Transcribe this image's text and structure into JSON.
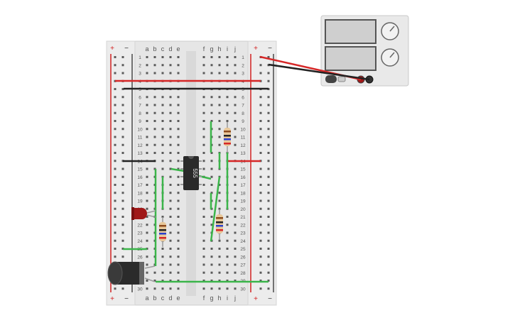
{
  "breadboard": {
    "col_letters_left": [
      "a",
      "b",
      "c",
      "d",
      "e"
    ],
    "col_letters_right": [
      "f",
      "g",
      "h",
      "i",
      "j"
    ],
    "row_count": 30,
    "rail_plus": "+",
    "rail_minus": "−"
  },
  "chip": {
    "label": "555"
  },
  "power_supply": {
    "label": ""
  },
  "colors": {
    "board": "#e8e8e8",
    "rail_red": "#d22222",
    "rail_black": "#222222",
    "wire_green": "#3bb54a",
    "wire_red": "#d62727",
    "wire_black": "#222222",
    "chip": "#2a2a2a",
    "led": "#a01818",
    "capacitor": "#2b2b2b"
  }
}
